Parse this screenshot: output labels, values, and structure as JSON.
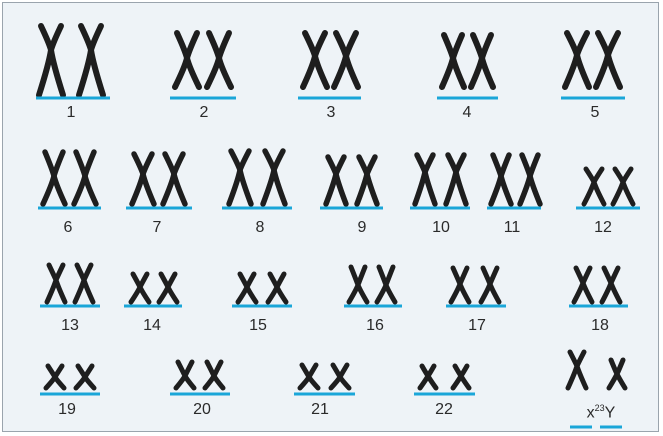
{
  "colors": {
    "chromosome": "#1e1e1e",
    "underline": "#1aa6d8",
    "background": "#eef3f7",
    "label": "#2a2a2a"
  },
  "chromosomes": [
    {
      "label": "1"
    },
    {
      "label": "2"
    },
    {
      "label": "3"
    },
    {
      "label": "4"
    },
    {
      "label": "5"
    },
    {
      "label": "6"
    },
    {
      "label": "7"
    },
    {
      "label": "8"
    },
    {
      "label": "9"
    },
    {
      "label": "10"
    },
    {
      "label": "11"
    },
    {
      "label": "12"
    },
    {
      "label": "13"
    },
    {
      "label": "14"
    },
    {
      "label": "15"
    },
    {
      "label": "16"
    },
    {
      "label": "17"
    },
    {
      "label": "18"
    },
    {
      "label": "19"
    },
    {
      "label": "20"
    },
    {
      "label": "21"
    },
    {
      "label": "22"
    }
  ],
  "sex_chromosomes": {
    "x_label": "x",
    "superscript": "23",
    "y_label": "Y"
  }
}
